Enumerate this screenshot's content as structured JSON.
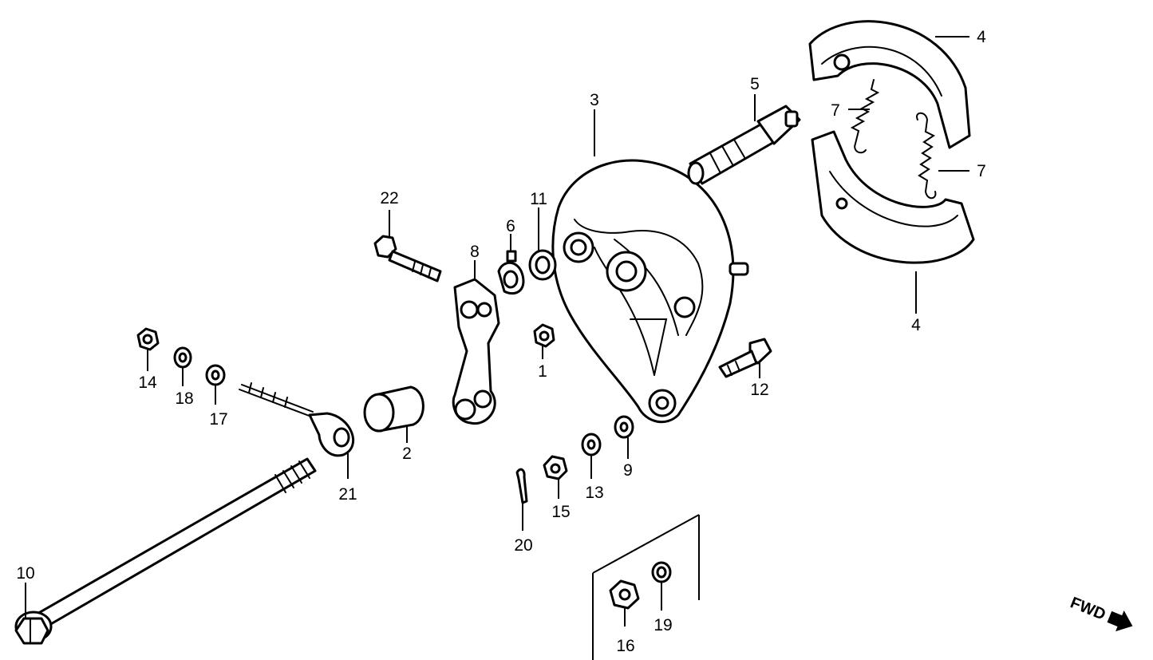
{
  "diagram": {
    "callouts": {
      "c1": "1",
      "c2": "2",
      "c3": "3",
      "c4a": "4",
      "c4b": "4",
      "c5": "5",
      "c6": "6",
      "c7a": "7",
      "c7b": "7",
      "c8": "8",
      "c9": "9",
      "c10": "10",
      "c11": "11",
      "c12": "12",
      "c13": "13",
      "c14": "14",
      "c15": "15",
      "c16": "16",
      "c17": "17",
      "c18": "18",
      "c19": "19",
      "c20": "20",
      "c21": "21",
      "c22": "22"
    },
    "fwd_label": "FWD"
  }
}
